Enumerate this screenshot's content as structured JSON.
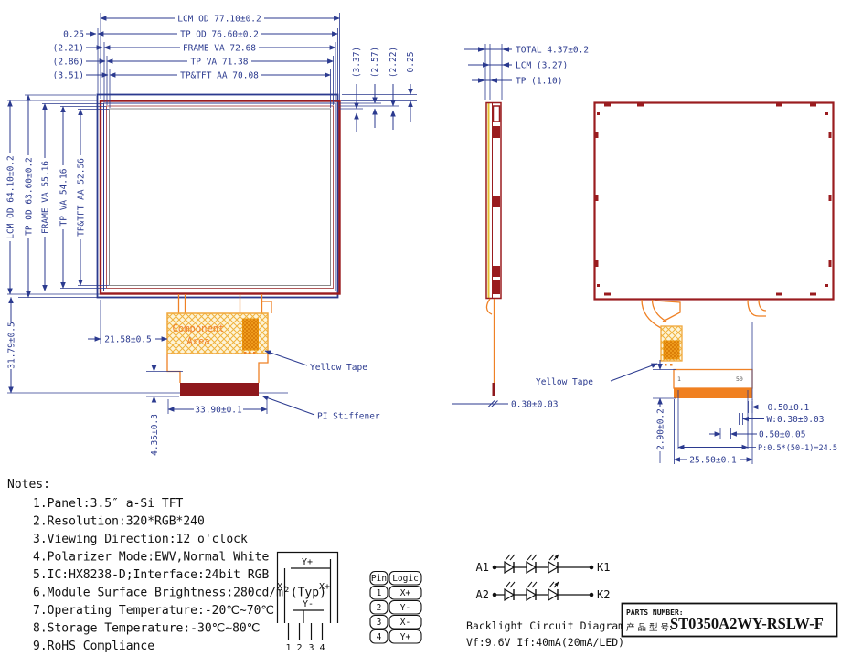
{
  "front_view": {
    "dims_top": [
      "LCM OD 77.10±0.2",
      "TP OD 76.60±0.2",
      "FRAME VA 72.68",
      "TP VA 71.38",
      "TP&TFT AA 70.08"
    ],
    "offsets_left": [
      "0.25",
      "(2.21)",
      "(2.86)",
      "(3.51)"
    ],
    "offsets_right": [
      "(3.37)",
      "(2.57)",
      "(2.22)",
      "0.25"
    ],
    "dims_left": [
      "LCM OD 64.10±0.2",
      "TP OD 63.60±0.2",
      "FRAME VA 55.16",
      "TP VA 54.16",
      "TP&TFT AA 52.56"
    ],
    "dim_bottom_left": "31.79±0.5",
    "component_line1": "Component",
    "component_line2": "Area",
    "dim_component": "21.58±0.5",
    "dim_fpc_width": "33.90±0.1",
    "dim_stiffener_h": "4.35±0.3",
    "label_yellow_tape": "Yellow Tape",
    "label_pi_stiffener": "PI Stiffener"
  },
  "side_view": {
    "dims": [
      "TOTAL 4.37±0.2",
      "LCM (3.27)",
      "TP (1.10)"
    ],
    "dim_fpc": "0.30±0.03"
  },
  "back_view": {
    "label_yellow_tape": "Yellow Tape",
    "pin_first": "1",
    "pin_last": "50",
    "dim_edge": "0.50±0.1",
    "dim_w": "W:0.30±0.03",
    "dim_gap": "0.50±0.05",
    "dim_pitch": "P:0.5*(50-1)=24.5",
    "dim_width": "25.50±0.1",
    "dim_height": "2.90±0.2"
  },
  "notes": {
    "title": "Notes:",
    "items": [
      "1.Panel:3.5″ a-Si TFT",
      "2.Resolution:320*RGB*240",
      "3.Viewing Direction:12 o'clock",
      "4.Polarizer Mode:EWV,Normal White",
      "5.IC:HX8238-D;Interface:24bit RGB",
      "6.Module Surface Brightness:280cd/m²(Typ)",
      "7.Operating Temperature:-20℃~70℃",
      "8.Storage Temperature:-30℃~80℃",
      "9.RoHS Compliance"
    ]
  },
  "touch_diagram": {
    "yp": "Y+",
    "xm": "X-",
    "xp": "X+",
    "ym": "Y-",
    "pins": [
      "1",
      "2",
      "3",
      "4"
    ]
  },
  "pin_table": {
    "headers": [
      "Pin",
      "Logic"
    ],
    "rows": [
      [
        "1",
        "X+"
      ],
      [
        "2",
        "Y-"
      ],
      [
        "3",
        "X-"
      ],
      [
        "4",
        "Y+"
      ]
    ]
  },
  "backlight": {
    "a1": "A1",
    "k1": "K1",
    "a2": "A2",
    "k2": "K2",
    "title": "Backlight Circuit Diagram",
    "spec": "Vf:9.6V If:40mA(20mA/LED)"
  },
  "parts_box": {
    "label_en": "PARTS NUMBER:",
    "label_cn": "产 品 型 号:",
    "value": "ST0350A2WY-RSLW-F"
  }
}
